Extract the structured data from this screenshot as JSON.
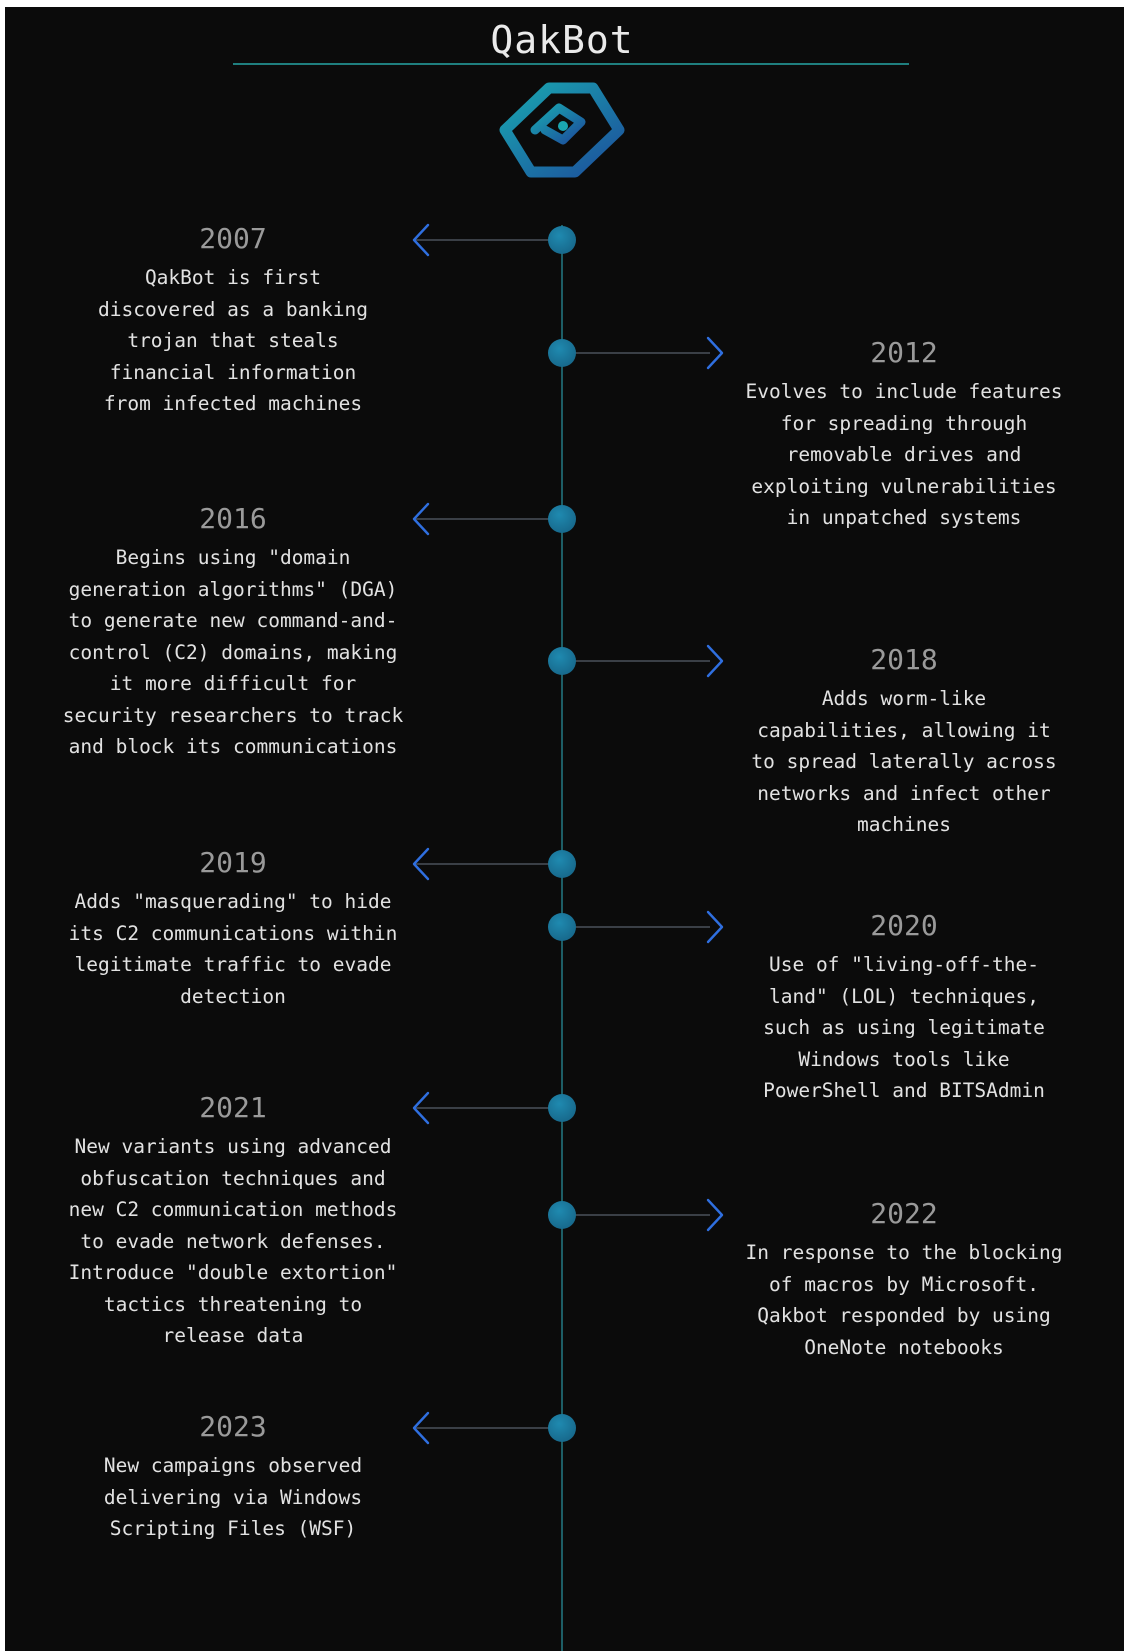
{
  "title": "QakBot",
  "logo_icon": "qakbot-eye-logo",
  "colors": {
    "background": "#0b0b0b",
    "accent": "#1f7f7f",
    "dot": "#1f8ab0",
    "arrow": "#2f6fe0"
  },
  "events": [
    {
      "year": "2007",
      "side": "left",
      "text": "QakBot is first\ndiscovered as a banking\ntrojan that steals\nfinancial information\nfrom infected machines"
    },
    {
      "year": "2012",
      "side": "right",
      "text": "Evolves to include features\nfor spreading through\nremovable drives and\nexploiting vulnerabilities\nin unpatched systems"
    },
    {
      "year": "2016",
      "side": "left",
      "text": "Begins using \"domain\ngeneration algorithms\" (DGA)\nto generate new command-and-\ncontrol (C2) domains, making\nit more difficult for\nsecurity researchers to track\nand block its communications"
    },
    {
      "year": "2018",
      "side": "right",
      "text": "Adds worm-like\ncapabilities, allowing it\nto spread laterally across\nnetworks and infect other\nmachines"
    },
    {
      "year": "2019",
      "side": "left",
      "text": "Adds \"masquerading\" to hide\nits C2 communications within\nlegitimate traffic to evade\ndetection"
    },
    {
      "year": "2020",
      "side": "right",
      "text": "Use of \"living-off-the-\nland\" (LOL) techniques,\nsuch as using legitimate\nWindows tools like\nPowerShell and BITSAdmin"
    },
    {
      "year": "2021",
      "side": "left",
      "text": "New variants using advanced\nobfuscation techniques and\nnew C2 communication methods\nto evade network defenses.\nIntroduce \"double extortion\"\ntactics threatening to\nrelease data"
    },
    {
      "year": "2022",
      "side": "right",
      "text": "In response to the blocking\nof macros by Microsoft.\nQakbot responded by using\nOneNote notebooks"
    },
    {
      "year": "2023",
      "side": "left",
      "text": "New campaigns observed\ndelivering via Windows\nScripting Files (WSF)"
    }
  ]
}
